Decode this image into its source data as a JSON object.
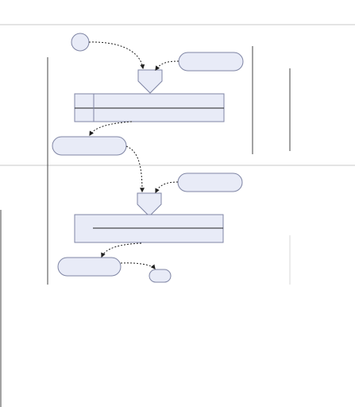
{
  "colors": {
    "background": "#ffffff",
    "shape_fill": "#e8ebf7",
    "shape_stroke": "#7f85a4",
    "line": "#202020",
    "lane_divider": "#c8c8c8",
    "edge_stroke": "#202020"
  },
  "diagram": {
    "nodes": [
      {
        "name": "start-node",
        "kind": "circle-node"
      },
      {
        "name": "top-right-terminal",
        "kind": "terminal-node"
      },
      {
        "name": "top-merge-node",
        "kind": "merge-node"
      },
      {
        "name": "top-action-box",
        "kind": "action-box"
      },
      {
        "name": "left-terminal",
        "kind": "terminal-node"
      },
      {
        "name": "middle-right-terminal",
        "kind": "terminal-node"
      },
      {
        "name": "middle-merge-node",
        "kind": "merge-node"
      },
      {
        "name": "lower-action-box",
        "kind": "action-box"
      },
      {
        "name": "bottom-left-terminal",
        "kind": "terminal-node"
      },
      {
        "name": "end-node",
        "kind": "end-node"
      }
    ],
    "edges": [
      {
        "name": "edge-start-to-top-merge"
      },
      {
        "name": "edge-top-right-terminal-to-top-merge"
      },
      {
        "name": "edge-top-action-to-left-terminal"
      },
      {
        "name": "edge-left-terminal-to-middle-merge"
      },
      {
        "name": "edge-middle-right-terminal-to-middle-merge"
      },
      {
        "name": "edge-lower-action-to-bottom-left-terminal"
      },
      {
        "name": "edge-bottom-left-terminal-to-end"
      }
    ]
  }
}
